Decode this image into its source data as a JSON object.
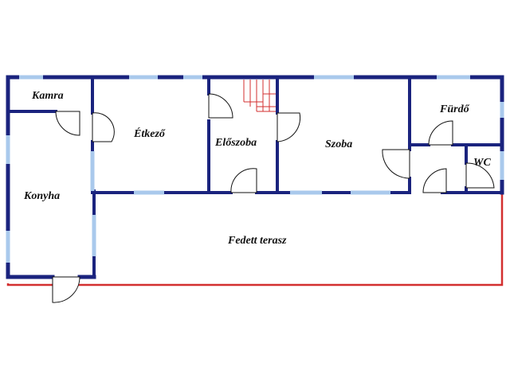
{
  "colors": {
    "wall": "#1a237e",
    "window": "#a9c9ec",
    "door_swing": "#111111",
    "terrace_edge": "#d32f2f",
    "stairs": "#d32f2f",
    "background": "#ffffff"
  },
  "rooms": {
    "kamra": "Kamra",
    "etkezo": "Étkező",
    "eloszoba": "Előszoba",
    "szoba": "Szoba",
    "furdo": "Fürdő",
    "wc": "WC",
    "konyha": "Konyha",
    "fedett_terasz": "Fedett terasz"
  }
}
